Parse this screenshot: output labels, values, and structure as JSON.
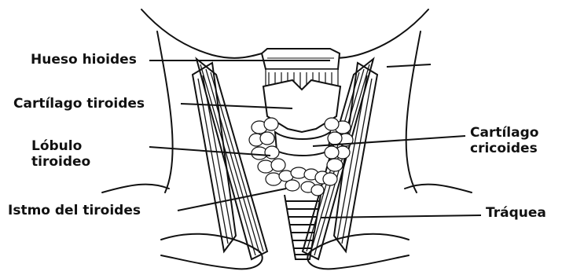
{
  "labels": {
    "hueso_hioides": "Hueso hioides",
    "cartilago_tiroides": "Cartílago tiroides",
    "lobulo_line1": "Lóbulo",
    "lobulo_line2": "tiroideo",
    "istmo": "Istmo del tiroides",
    "cricoides_line1": "Cartílago",
    "cricoides_line2": "cricoides",
    "traquea": "Tráquea"
  },
  "colors": {
    "ink": "#111111",
    "background": "#ffffff"
  }
}
